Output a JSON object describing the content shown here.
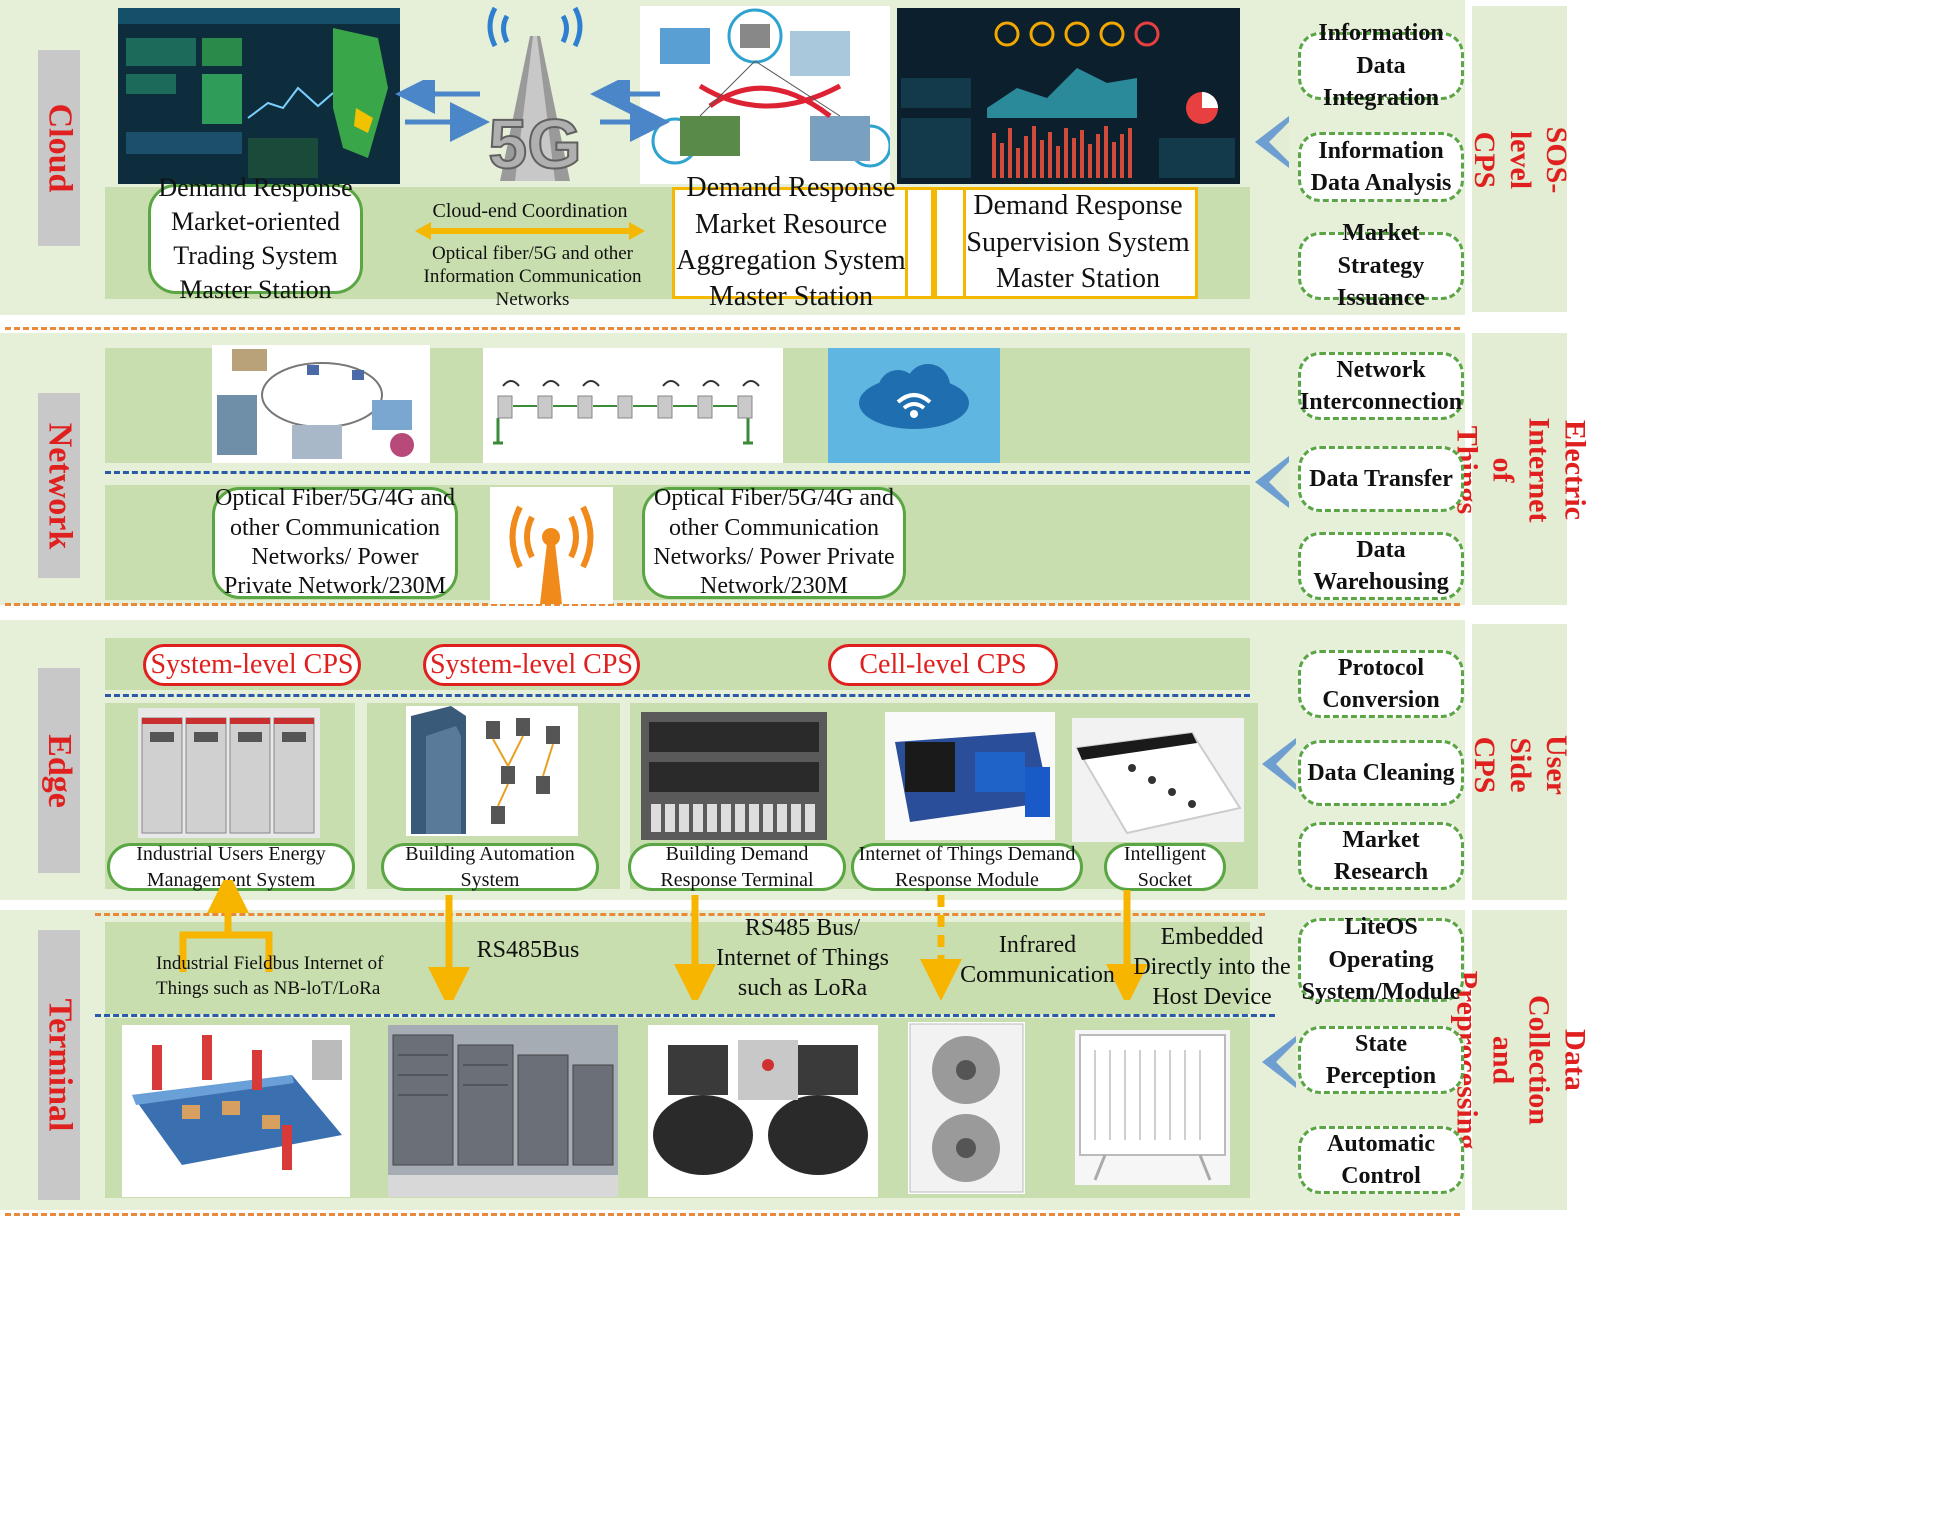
{
  "layers": {
    "cloud": "Cloud",
    "network": "Network",
    "edge": "Edge",
    "terminal": "Terminal"
  },
  "side_titles": {
    "sos": "SOS-level CPS",
    "eiot": "Electric Internet of Things",
    "user": "User Side CPS",
    "dcp": "Data Collection and Preprocessing"
  },
  "functions": {
    "cloud": [
      "Information Data Integration",
      "Information Data Analysis",
      "Market Strategy Issuance"
    ],
    "network": [
      "Network Interconnection",
      "Data Transfer",
      "Data Warehousing"
    ],
    "edge": [
      "Protocol Conversion",
      "Data Cleaning",
      "Market Research"
    ],
    "terminal": [
      "LiteOS Operating System/Module",
      "State Perception",
      "Automatic Control"
    ]
  },
  "cloud": {
    "trading": "Demand Response Market-oriented Trading System Master Station",
    "coordination": "Cloud-end Coordination",
    "networks": "Optical fiber/5G and other Information Communication Networks",
    "aggregation": "Demand Response Market Resource Aggregation System Master Station",
    "supervision": "Demand Response Supervision System Master Station"
  },
  "network": {
    "left_box": "Optical Fiber/5G/4G and other Communication Networks/ Power Private Network/230M",
    "right_box": "Optical Fiber/5G/4G and other Communication Networks/ Power Private Network/230M"
  },
  "edge": {
    "cps": [
      "System-level CPS",
      "System-level CPS",
      "Cell-level CPS"
    ],
    "devices": [
      "Industrial Users Energy Management System",
      "Building Automation System",
      "Building Demand Response Terminal",
      "Internet of Things Demand Response Module",
      "Intelligent Socket"
    ]
  },
  "terminal": {
    "links": [
      "Industrial Fieldbus Internet of Things such as NB-loT/LoRa",
      "RS485Bus",
      "RS485 Bus/ Internet of Things such as LoRa",
      "Infrared Communication",
      "Embedded Directly into the Host Device"
    ]
  },
  "colors": {
    "red": "#e0201f",
    "green_border": "#5aa544",
    "yellow": "#f5b800",
    "arrow_blue": "#4a86c8",
    "chevron": "#6f9fd0"
  }
}
